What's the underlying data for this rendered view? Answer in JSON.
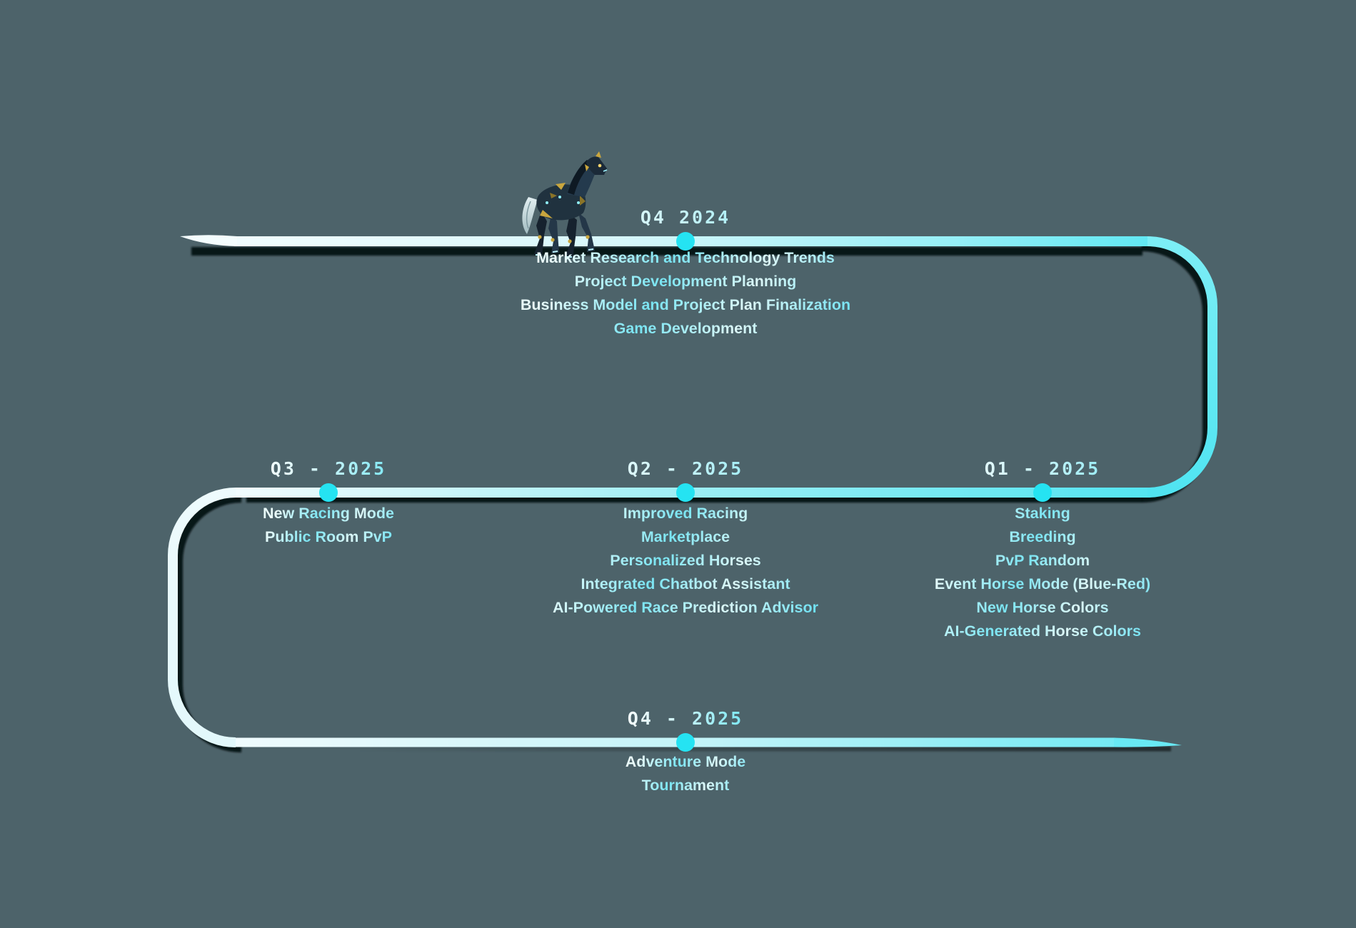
{
  "colors": {
    "background": "#4d636a",
    "line_white": "#f2fcfe",
    "line_cyan": "#5fe7f3",
    "milestone_dot": "#25e3f2",
    "shadow": "#06090b",
    "label_gradient_start": "#f6fdfd",
    "label_gradient_end": "#7ae7f4",
    "item_text_light": "#eafbfa",
    "item_text_cyan": "#66dff2",
    "horse_body": "#20323f",
    "horse_gold": "#c9a63e",
    "horse_glow": "#8ff0fb"
  },
  "illustration": {
    "name": "robot-horse"
  },
  "milestones": [
    {
      "id": "q4-2024",
      "label": "Q4 2024",
      "items": [
        "Market Research and Technology Trends",
        "Project Development Planning",
        "Business Model and Project Plan Finalization",
        "Game Development"
      ]
    },
    {
      "id": "q3-2025",
      "label": "Q3 - 2025",
      "items": [
        "New Racing Mode",
        "Public Room PvP"
      ]
    },
    {
      "id": "q2-2025",
      "label": "Q2 - 2025",
      "items": [
        "Improved Racing",
        "Marketplace",
        "Personalized Horses",
        "Integrated Chatbot Assistant",
        "AI-Powered Race Prediction Advisor"
      ]
    },
    {
      "id": "q1-2025",
      "label": "Q1 - 2025",
      "items": [
        "Staking",
        "Breeding",
        "PvP Random",
        "Event Horse Mode (Blue-Red)",
        "New Horse Colors",
        "AI-Generated Horse Colors"
      ]
    },
    {
      "id": "q4-2025",
      "label": "Q4 - 2025",
      "items": [
        "Adventure Mode",
        "Tournament"
      ]
    }
  ]
}
